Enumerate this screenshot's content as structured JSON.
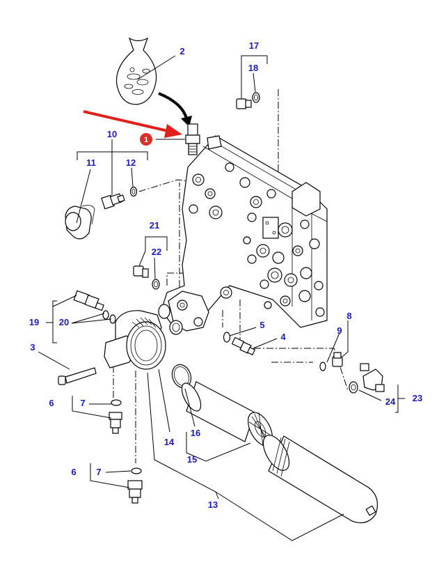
{
  "callouts": {
    "c1": "1",
    "c2": "2",
    "c3": "3",
    "c4": "4",
    "c5": "5",
    "c6a": "6",
    "c6b": "6",
    "c7a": "7",
    "c7b": "7",
    "c8": "8",
    "c9": "9",
    "c10": "10",
    "c11": "11",
    "c12": "12",
    "c13": "13",
    "c14": "14",
    "c15": "15",
    "c16": "16",
    "c17": "17",
    "c18": "18",
    "c19": "19",
    "c20": "20",
    "c21": "21",
    "c22": "22",
    "c23": "23",
    "c24": "24"
  },
  "colors": {
    "callout_text": "#1a1ab8",
    "pointer_arrow": "#e0201c",
    "highlight_badge": "#d9302a",
    "line_art": "#000000",
    "background": "#ffffff"
  }
}
